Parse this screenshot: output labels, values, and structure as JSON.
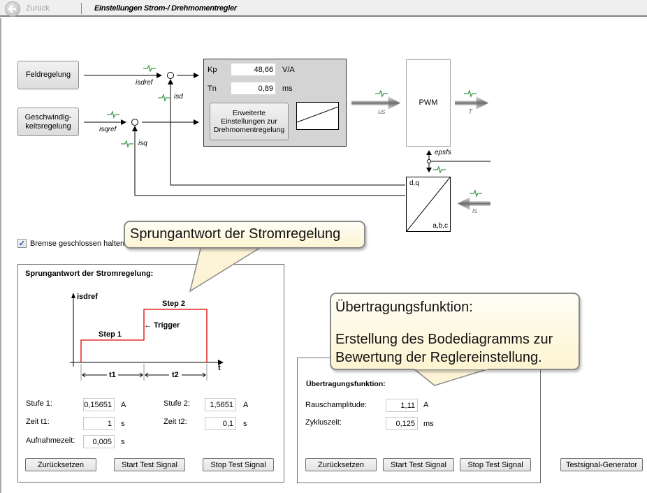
{
  "topbar": {
    "back_label": "Zurück",
    "title": "Einstellungen Strom-/ Drehmomentregler"
  },
  "diagram": {
    "feldregelung_button": "Feldregelung",
    "geschwindigkeit_button_line1": "Geschwindig-",
    "geschwindigkeit_button_line2": "keitsregelung",
    "signals": {
      "isdref": "isdref",
      "isd": "isd",
      "isqref": "isqref",
      "isq": "isq",
      "us": "us",
      "T": "T",
      "epsfs": "epsfs",
      "is": "is"
    },
    "controller": {
      "kp_label": "Kp",
      "kp_value": "48,66",
      "kp_unit": "V/A",
      "tn_label": "Tn",
      "tn_value": "0,89",
      "tn_unit": "ms",
      "advanced_button_line1": "Erweiterte",
      "advanced_button_line2": "Einstellungen zur",
      "advanced_button_line3": "Drehmomentregelung"
    },
    "pwm_label": "PWM",
    "transform_top": "d,q",
    "transform_bottom": "a,b,c"
  },
  "brake_checkbox": {
    "label": "Bremse geschlossen halten",
    "checked": true
  },
  "step_response": {
    "title": "Sprungantwort der Stromregelung:",
    "graph": {
      "y_label": "isdref",
      "x_label": "t",
      "step1": "Step 1",
      "step2": "Step 2",
      "trigger": "← Trigger",
      "t1": "t1",
      "t2": "t2"
    },
    "stufe1_label": "Stufe 1:",
    "stufe1_value": "0,15651",
    "stufe1_unit": "A",
    "stufe2_label": "Stufe 2:",
    "stufe2_value": "1,5651",
    "stufe2_unit": "A",
    "zeit1_label": "Zeit t1:",
    "zeit1_value": "1",
    "zeit1_unit": "s",
    "zeit2_label": "Zeit t2:",
    "zeit2_value": "0,1",
    "zeit2_unit": "s",
    "aufnahme_label": "Aufnahmezeit:",
    "aufnahme_value": "0,005",
    "aufnahme_unit": "s",
    "reset_button": "Zurücksetzen",
    "start_button": "Start Test Signal",
    "stop_button": "Stop Test Signal"
  },
  "transfer_function": {
    "title": "Übertragungsfunktion:",
    "rausch_label": "Rauschamplitude:",
    "rausch_value": "1,11",
    "rausch_unit": "A",
    "zyklus_label": "Zykluszeit:",
    "zyklus_value": "0,125",
    "zyklus_unit": "ms",
    "reset_button": "Zurücksetzen",
    "start_button": "Start Test Signal",
    "stop_button": "Stop Test Signal"
  },
  "testsignal_button": "Testsignal-Generator",
  "callouts": {
    "step_callout": "Sprungantwort der Stromregelung",
    "transfer_callout_line1": "Übertragungsfunktion:",
    "transfer_callout_line2": "Erstellung des Bodediagramms zur",
    "transfer_callout_line3": "Bewertung der Reglereinstellung."
  },
  "colors": {
    "step_line": "#e00000",
    "callout_bg": "#fdf6da",
    "controller_bg": "#d4d4d4",
    "signal_icon": "#3a9a4a"
  }
}
